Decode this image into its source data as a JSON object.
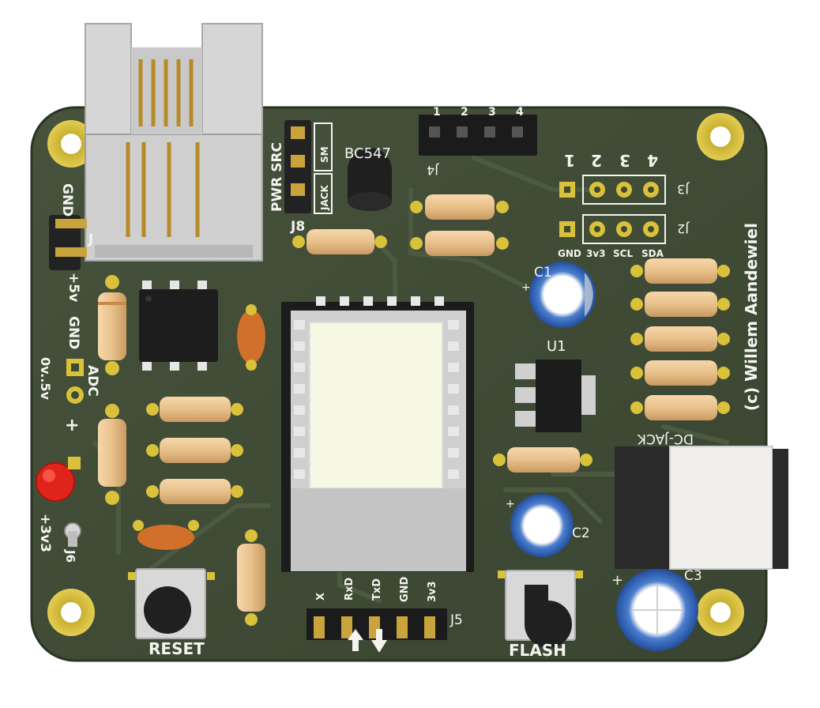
{
  "silkscreen": {
    "gnd_top": "GND",
    "j_left": "J",
    "plus5v": "+5v",
    "gnd_mid": "GND",
    "range": "0v..5v",
    "adc": "ADC",
    "plus": "+",
    "plus3v3": "+3v3",
    "j6": "J6",
    "reset": "RESET",
    "pwr_src": "PWR SRC",
    "jack": "JACK",
    "sm": "SM",
    "j8": "J8",
    "transistor": "BC547",
    "j4": "J4",
    "j4_pins": [
      "1",
      "2",
      "3",
      "4"
    ],
    "j3_pins": [
      "1",
      "2",
      "3",
      "4"
    ],
    "j3": "J3",
    "j2": "J2",
    "j2_labels": [
      "GND",
      "3v3",
      "SCL",
      "SDA"
    ],
    "c1": "C1",
    "c1_plus": "+",
    "u1": "U1",
    "c2": "C2",
    "c2_plus": "+",
    "c3": "C3",
    "c3_plus": "+",
    "copyright": "(c) Willem Aandewiel",
    "dc_jack": "DC-JACK",
    "j5": "J5",
    "j5_pins": [
      "X",
      "RxD",
      "TxD",
      "GND",
      "3v3"
    ],
    "flash": "FLASH"
  },
  "colors": {
    "pcb": "#3e4a34",
    "pcb_edge": "#2c3626",
    "silk": "#f4f4f0",
    "pad_gold": "#d9c13a",
    "resistor": "#e8c08a",
    "capacitor_blue": "#3566b8",
    "led_red": "#e0241b",
    "ceramic_cap": "#d0702a"
  },
  "icons": {
    "rj_connector": "rj-jack-icon",
    "esp_module": "wifi-module-icon",
    "dc_jack": "dc-barrel-jack-icon",
    "arrow_up": "arrow-up-icon",
    "arrow_down": "arrow-down-icon"
  }
}
